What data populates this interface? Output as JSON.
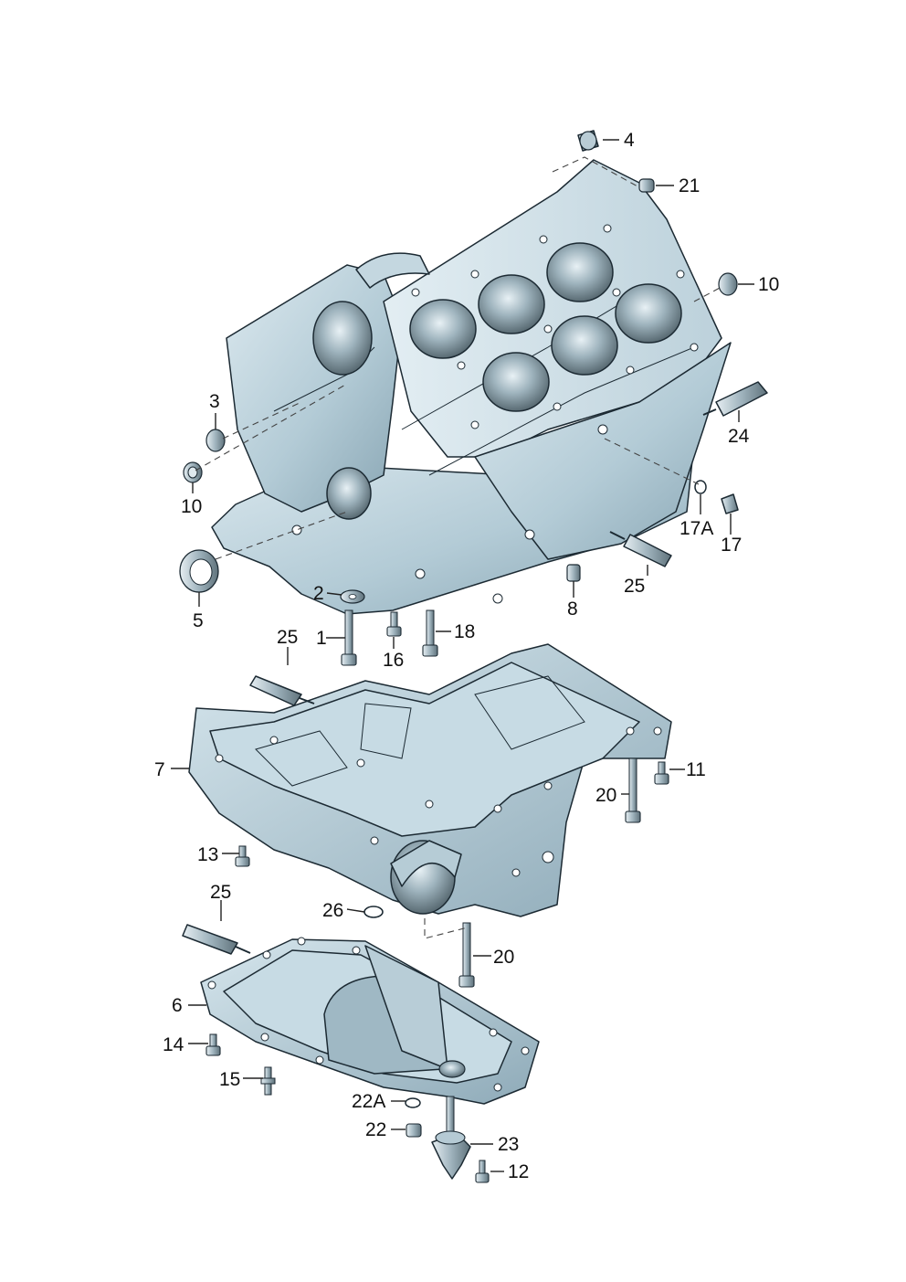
{
  "colors": {
    "casting_light": "#cfe0e8",
    "casting_mid": "#a9c3cf",
    "casting_dark": "#7f9cab",
    "bore": "#5e6f78",
    "outline": "#1c2a33"
  },
  "callouts": {
    "c1": "1",
    "c2": "2",
    "c3": "3",
    "c4": "4",
    "c5": "5",
    "c6": "6",
    "c7": "7",
    "c8": "8",
    "c10a": "10",
    "c10b": "10",
    "c11": "11",
    "c12": "12",
    "c13": "13",
    "c14": "14",
    "c15": "15",
    "c16": "16",
    "c17": "17",
    "c17a": "17A",
    "c18": "18",
    "c20a": "20",
    "c20b": "20",
    "c21": "21",
    "c22": "22",
    "c22a": "22A",
    "c23": "23",
    "c24": "24",
    "c25a": "25",
    "c25b": "25",
    "c25c": "25",
    "c26": "26"
  }
}
